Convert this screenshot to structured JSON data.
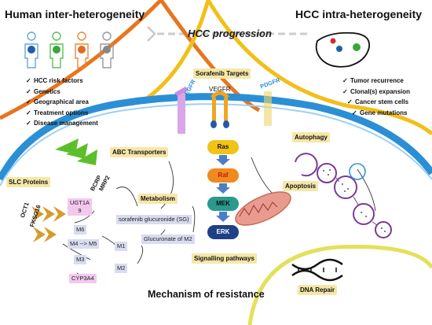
{
  "header": {
    "human_title": "Human inter-heterogeneity",
    "hcc_intra_title": "HCC intra-heterogeneity",
    "progression_label": "HCC progression"
  },
  "human_factors": [
    "HCC risk factors",
    "Genetics",
    "Geographical area",
    "Treatment options",
    "Disease management"
  ],
  "tumor_factors": [
    "Tumor recurrence",
    "Clonal(s) expansion",
    "Cancer stem cells",
    "Gene mutations"
  ],
  "receptors": {
    "egfr": "EGFR",
    "vegfr": "VEGFR",
    "pdgfr": "PDGFR",
    "sorafenib_targets": "Sorafenib Targets"
  },
  "pathway": {
    "ras": "Ras",
    "raf": "Raf",
    "mek": "MEK",
    "erk": "ERK",
    "label": "Signalling pathways"
  },
  "transporters": {
    "abc": "ABC Transporters",
    "slc": "SLC Proteins",
    "bcrp": "BCRP",
    "mrp2": "MRP2",
    "oct1": "OCT1",
    "fkslc6": "FKSG16"
  },
  "metabolism": {
    "label": "Metabolism",
    "ugt1a9": "UGT1A\n9",
    "sg": "sorafenib glucuronide (SG)",
    "m6": "M6",
    "m4_m5": "M4 --> M5",
    "m3": "M3",
    "m1": "M1",
    "m2": "M2",
    "gluc_m2": "Glucuronate of M2",
    "cyp3a4": "CYP3A4"
  },
  "processes": {
    "autophagy": "Autophagy",
    "apoptosis": "Apoptosis",
    "dna_repair": "DNA Repair",
    "resistance": "Mechanism of resistance"
  },
  "colors": {
    "membrane_blue": "#2b8fd6",
    "orange_arc": "#e8751f",
    "yellow_arc": "#f2bf1a",
    "nucleus_yellow": "#e4e05a",
    "label_box": "#f6e7a8",
    "ras_box": "#f2c317",
    "raf_box": "#f08a1c",
    "mek_box": "#2a9a8f",
    "erk_box": "#1f3f86",
    "egfr_purple": "#d9a6e8",
    "vegfr_orange": "#f0a521"
  }
}
